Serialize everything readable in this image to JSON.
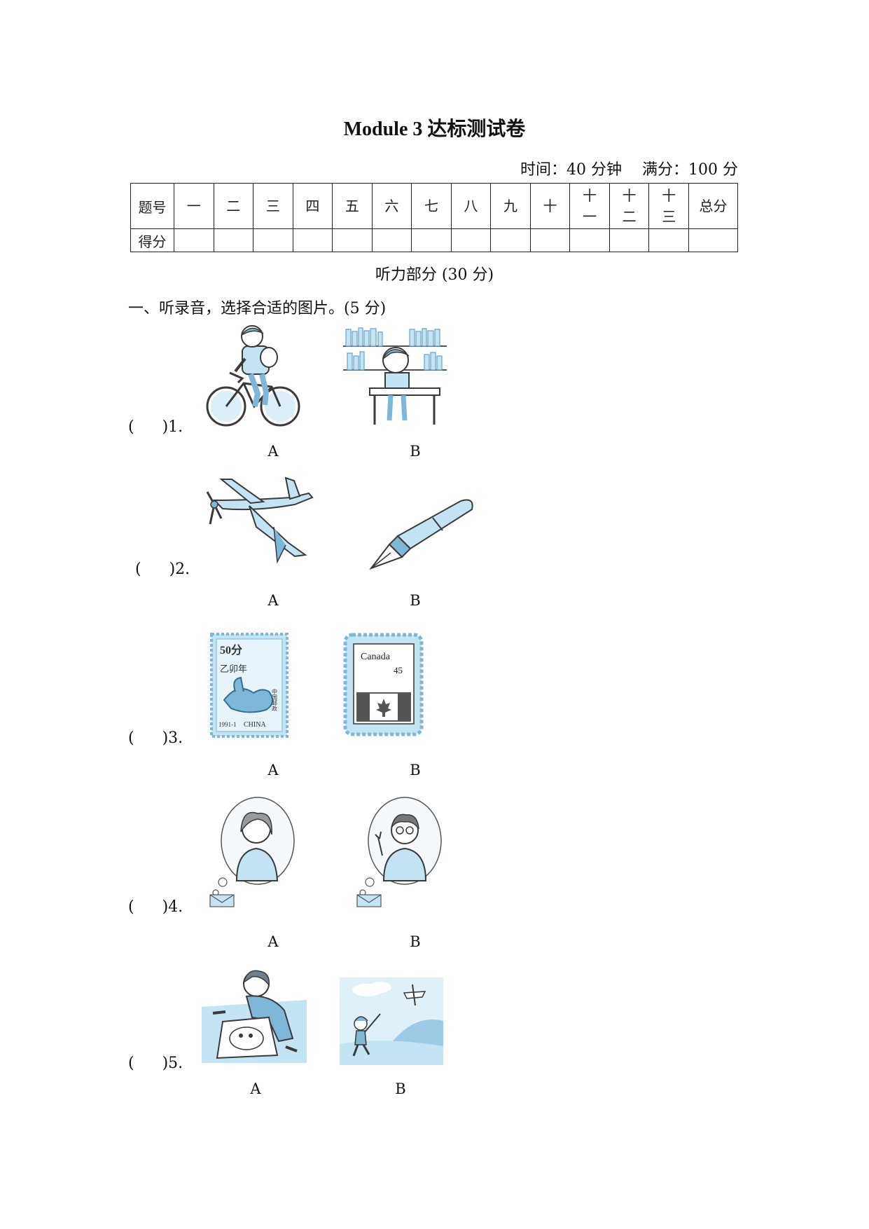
{
  "header": {
    "title": "Module 3 达标测试卷",
    "time": "时间：40 分钟",
    "full_score": "满分：100 分"
  },
  "score_table": {
    "row1_label": "题号",
    "row2_label": "得分",
    "columns": [
      {
        "l1": "一"
      },
      {
        "l1": "二"
      },
      {
        "l1": "三"
      },
      {
        "l1": "四"
      },
      {
        "l1": "五"
      },
      {
        "l1": "六"
      },
      {
        "l1": "七"
      },
      {
        "l1": "八"
      },
      {
        "l1": "九"
      },
      {
        "l1": "十"
      },
      {
        "l1": "十",
        "l2": "一"
      },
      {
        "l1": "十",
        "l2": "二"
      },
      {
        "l1": "十",
        "l2": "三"
      },
      {
        "l1": "总分"
      }
    ]
  },
  "listening_heading": "听力部分 (30 分)",
  "section1": {
    "title": "一、听录音，选择合适的图片。(5 分)",
    "questions": [
      {
        "prefix": "(",
        "suffix": ")1.",
        "option_a": "A",
        "option_b": "B",
        "pic_a": "boy-riding-bike",
        "pic_b": "boy-reading-at-desk"
      },
      {
        "prefix": "(",
        "suffix": ")2.",
        "option_a": "A",
        "option_b": "B",
        "pic_a": "toy-plane",
        "pic_b": "fountain-pen"
      },
      {
        "prefix": "(",
        "suffix": ")3.",
        "option_a": "A",
        "option_b": "B",
        "pic_a": "china-rabbit-stamp",
        "pic_b": "canada-flag-stamp",
        "stamp_a": {
          "value": "50分",
          "year_text": "乙卯年",
          "code": "1991-1",
          "country": "CHINA",
          "side_text": "中国邮政"
        },
        "stamp_b": {
          "country": "Canada",
          "value": "45"
        }
      },
      {
        "prefix": "(",
        "suffix": ")4.",
        "option_a": "A",
        "option_b": "B",
        "pic_a": "woman-thinking-letter",
        "pic_b": "man-with-glasses-thinking-letter"
      },
      {
        "prefix": "(",
        "suffix": ")5.",
        "option_a": "A",
        "option_b": "B",
        "pic_a": "boy-drawing-picture",
        "pic_b": "boy-flying-toy-plane"
      }
    ]
  },
  "colors": {
    "illustration_fill": "#c4e3f3",
    "illustration_dark": "#7fb7d8",
    "ink": "#3a3a3a"
  }
}
